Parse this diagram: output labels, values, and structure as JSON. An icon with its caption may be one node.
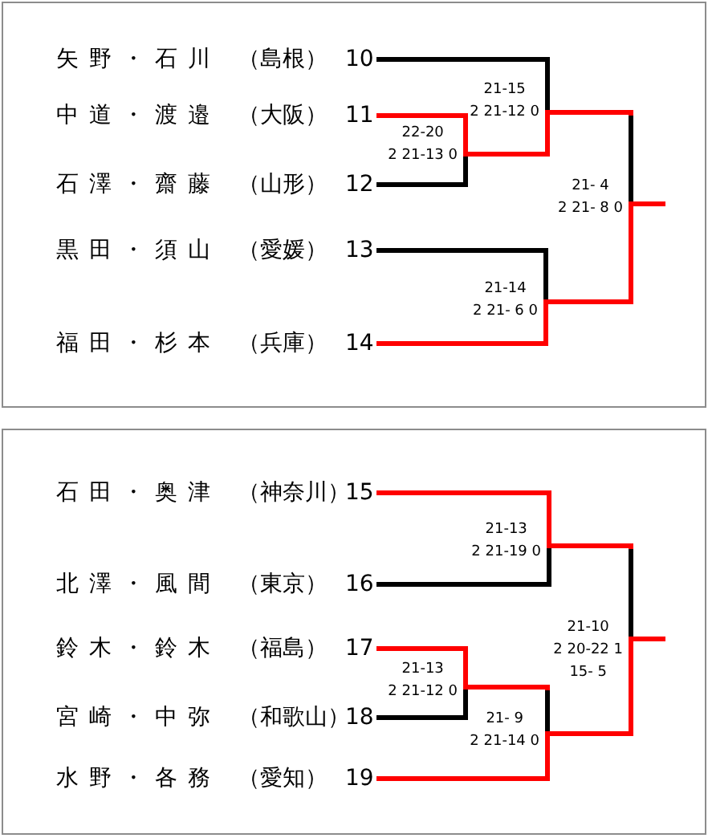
{
  "diagram": {
    "nodes": [
      {
        "text": [
          "矢野・石川",
          "（島根）",
          "10"
        ]
      },
      {
        "text": [
          "中道・渡邉",
          "（大阪）",
          "11"
        ]
      },
      {
        "text": [
          "石澤・齋藤",
          "（山形）",
          "12"
        ]
      },
      {
        "text": [
          "黒田・須山",
          "（愛媛）",
          "13"
        ]
      },
      {
        "text": [
          "福田・杉本",
          "（兵庫）",
          "14"
        ]
      },
      {
        "text": [
          "21-15",
          "2 21-12 0"
        ]
      },
      {
        "text": [
          "22-20",
          "2 21-13 0"
        ]
      },
      {
        "text": [
          "21- 4",
          "2 21- 8 0"
        ]
      },
      {
        "text": [
          "21-14",
          "2 21- 6 0"
        ]
      },
      {
        "text": [
          "石田・奥津",
          "（神奈川）",
          "15"
        ]
      },
      {
        "text": [
          "北澤・風間",
          "（東京）",
          "16"
        ]
      },
      {
        "text": [
          "鈴木・鈴木",
          "（福島）",
          "17"
        ]
      },
      {
        "text": [
          "宮崎・中弥",
          "（和歌山）",
          "18"
        ]
      },
      {
        "text": [
          "水野・各務",
          "（愛知）",
          "19"
        ]
      },
      {
        "text": [
          "21-13",
          "2 21-19 0"
        ]
      },
      {
        "text": [
          "21-13",
          "2 21-12 0"
        ]
      },
      {
        "text": [
          "21-10",
          "2 20-22 1",
          "15- 5"
        ]
      },
      {
        "text": [
          "21- 9",
          "2 21-14 0"
        ]
      }
    ],
    "edges": [
      {
        "from": 0,
        "to": 5,
        "arrow": "none",
        "color": "#000000"
      },
      {
        "from": 1,
        "to": 6,
        "arrow": "none"
      },
      {
        "from": 2,
        "to": 6,
        "arrow": "none",
        "color": "#000000"
      },
      {
        "from": 6,
        "to": 5,
        "arrow": "none"
      },
      {
        "from": 3,
        "to": 8,
        "arrow": "none",
        "color": "#000000"
      },
      {
        "from": 4,
        "to": 8,
        "arrow": "none"
      },
      {
        "from": 5,
        "to": 7,
        "arrow": "none",
        "color": "#000000"
      },
      {
        "from": 8,
        "to": 7,
        "arrow": "none"
      },
      {
        "from": 7,
        "to": null,
        "arrow": "none"
      },
      {
        "from": 9,
        "to": 14,
        "arrow": "none"
      },
      {
        "from": 10,
        "to": 14,
        "arrow": "none",
        "color": "#000000"
      },
      {
        "from": 11,
        "to": 15,
        "arrow": "none"
      },
      {
        "from": 12,
        "to": 15,
        "arrow": "none",
        "color": "#000000"
      },
      {
        "from": 15,
        "to": 17,
        "arrow": "none",
        "color": "#000000"
      },
      {
        "from": 13,
        "to": 17,
        "arrow": "none"
      },
      {
        "from": 14,
        "to": 16,
        "arrow": "none",
        "color": "#000000"
      },
      {
        "from": 17,
        "to": 16,
        "arrow": "none"
      },
      {
        "from": 16,
        "to": null,
        "arrow": "none"
      }
    ]
  }
}
